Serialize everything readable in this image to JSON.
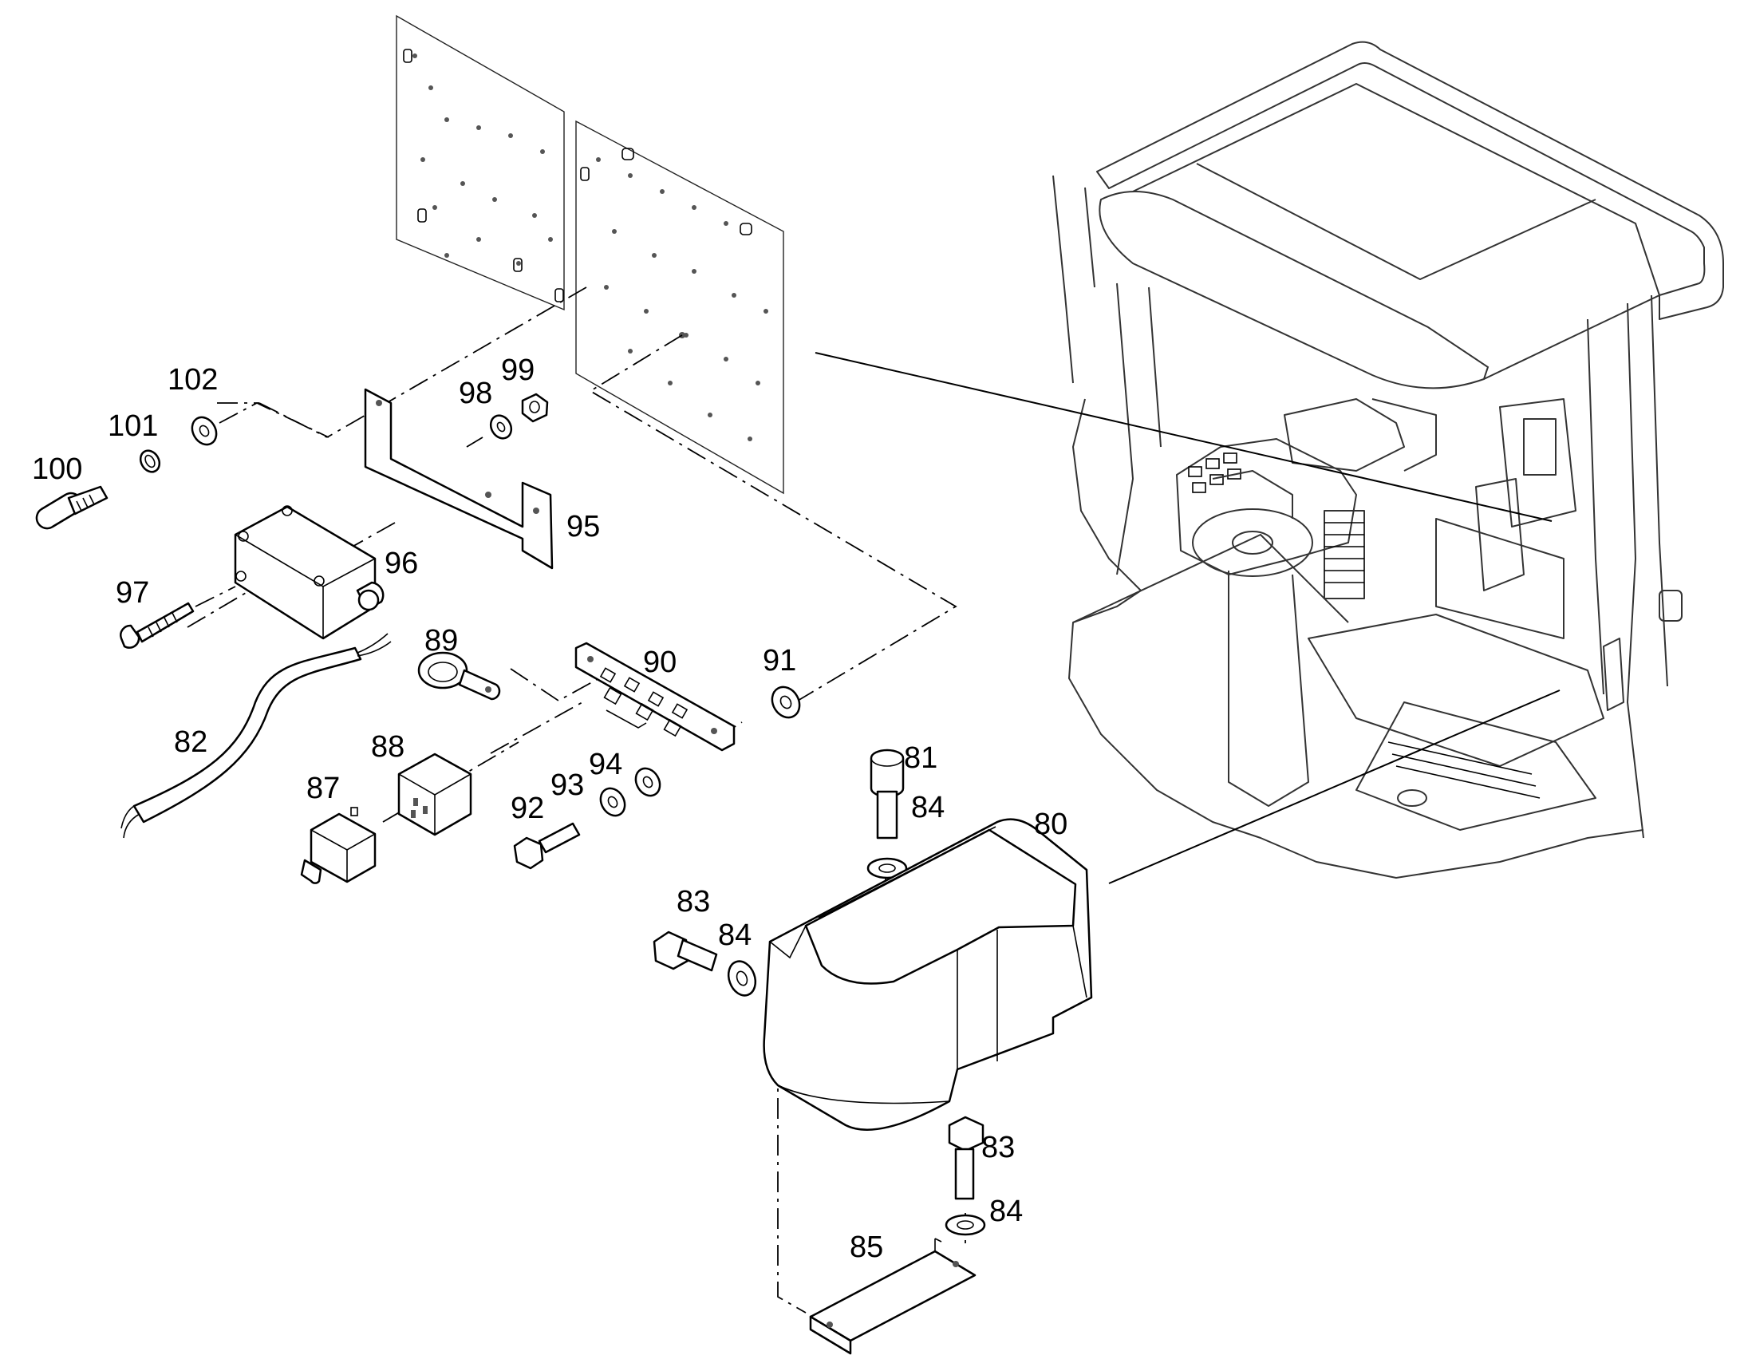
{
  "callouts": [
    {
      "id": "c100",
      "text": "100"
    },
    {
      "id": "c101",
      "text": "101"
    },
    {
      "id": "c102",
      "text": "102"
    },
    {
      "id": "c98",
      "text": "98"
    },
    {
      "id": "c99",
      "text": "99"
    },
    {
      "id": "c95",
      "text": "95"
    },
    {
      "id": "c96",
      "text": "96"
    },
    {
      "id": "c97",
      "text": "97"
    },
    {
      "id": "c89",
      "text": "89"
    },
    {
      "id": "c90",
      "text": "90"
    },
    {
      "id": "c91",
      "text": "91"
    },
    {
      "id": "c82",
      "text": "82"
    },
    {
      "id": "c88",
      "text": "88"
    },
    {
      "id": "c87",
      "text": "87"
    },
    {
      "id": "c93",
      "text": "93"
    },
    {
      "id": "c94",
      "text": "94"
    },
    {
      "id": "c92",
      "text": "92"
    },
    {
      "id": "c81",
      "text": "81"
    },
    {
      "id": "c84a",
      "text": "84"
    },
    {
      "id": "c80",
      "text": "80"
    },
    {
      "id": "c83a",
      "text": "83"
    },
    {
      "id": "c84b",
      "text": "84"
    },
    {
      "id": "c83b",
      "text": "83"
    },
    {
      "id": "c84c",
      "text": "84"
    },
    {
      "id": "c85",
      "text": "85"
    }
  ]
}
